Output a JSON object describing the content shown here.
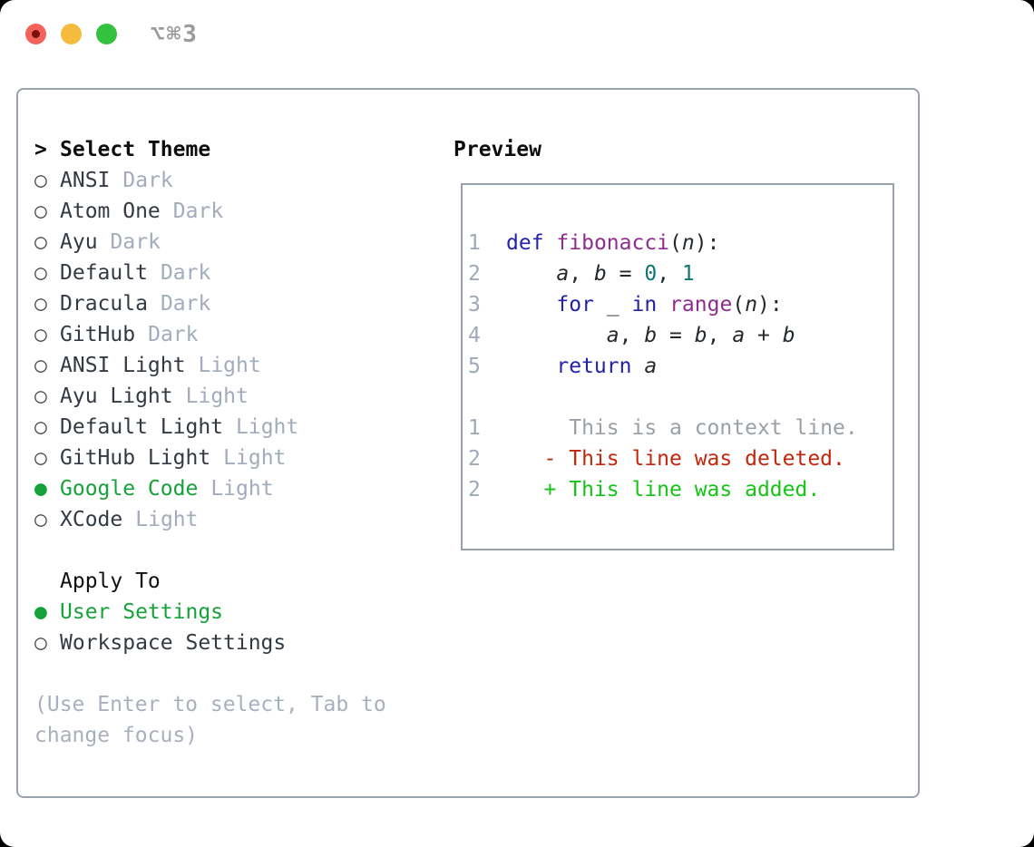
{
  "window": {
    "title": "⌥⌘3"
  },
  "theme_panel": {
    "header": {
      "prefix": ">",
      "label": "Select Theme"
    },
    "themes": [
      {
        "bullet": "○",
        "name": "ANSI",
        "variant": "Dark",
        "selected": false
      },
      {
        "bullet": "○",
        "name": "Atom One",
        "variant": "Dark",
        "selected": false
      },
      {
        "bullet": "○",
        "name": "Ayu",
        "variant": "Dark",
        "selected": false
      },
      {
        "bullet": "○",
        "name": "Default",
        "variant": "Dark",
        "selected": false
      },
      {
        "bullet": "○",
        "name": "Dracula",
        "variant": "Dark",
        "selected": false
      },
      {
        "bullet": "○",
        "name": "GitHub",
        "variant": "Dark",
        "selected": false
      },
      {
        "bullet": "○",
        "name": "ANSI Light",
        "variant": "Light",
        "selected": false
      },
      {
        "bullet": "○",
        "name": "Ayu Light",
        "variant": "Light",
        "selected": false
      },
      {
        "bullet": "○",
        "name": "Default Light",
        "variant": "Light",
        "selected": false
      },
      {
        "bullet": "○",
        "name": "GitHub Light",
        "variant": "Light",
        "selected": false
      },
      {
        "bullet": "●",
        "name": "Google Code",
        "variant": "Light",
        "selected": true
      },
      {
        "bullet": "○",
        "name": "XCode",
        "variant": "Light",
        "selected": false
      }
    ],
    "apply_to": {
      "label": "Apply To",
      "options": [
        {
          "bullet": "●",
          "name": "User Settings",
          "selected": true
        },
        {
          "bullet": "○",
          "name": "Workspace Settings",
          "selected": false
        }
      ]
    },
    "help_text": "(Use Enter to select, Tab to change focus)"
  },
  "preview": {
    "label": "Preview",
    "code_lines": [
      {
        "number": "1",
        "tokens": [
          {
            "text": "def",
            "type": "keyword"
          },
          {
            "text": " ",
            "type": "plain"
          },
          {
            "text": "fibonacci",
            "type": "function"
          },
          {
            "text": "(",
            "type": "plain"
          },
          {
            "text": "n",
            "type": "variable"
          },
          {
            "text": "):",
            "type": "plain"
          }
        ]
      },
      {
        "number": "2",
        "tokens": [
          {
            "text": "    ",
            "type": "plain"
          },
          {
            "text": "a",
            "type": "variable"
          },
          {
            "text": ", ",
            "type": "plain"
          },
          {
            "text": "b",
            "type": "variable"
          },
          {
            "text": " = ",
            "type": "plain"
          },
          {
            "text": "0",
            "type": "literal"
          },
          {
            "text": ", ",
            "type": "plain"
          },
          {
            "text": "1",
            "type": "literal"
          }
        ]
      },
      {
        "number": "3",
        "tokens": [
          {
            "text": "    ",
            "type": "plain"
          },
          {
            "text": "for",
            "type": "keyword"
          },
          {
            "text": " ",
            "type": "plain"
          },
          {
            "text": "_",
            "type": "variable"
          },
          {
            "text": " ",
            "type": "plain"
          },
          {
            "text": "in",
            "type": "keyword"
          },
          {
            "text": " ",
            "type": "plain"
          },
          {
            "text": "range",
            "type": "function"
          },
          {
            "text": "(",
            "type": "plain"
          },
          {
            "text": "n",
            "type": "variable"
          },
          {
            "text": "):",
            "type": "plain"
          }
        ]
      },
      {
        "number": "4",
        "tokens": [
          {
            "text": "        ",
            "type": "plain"
          },
          {
            "text": "a",
            "type": "variable"
          },
          {
            "text": ", ",
            "type": "plain"
          },
          {
            "text": "b",
            "type": "variable"
          },
          {
            "text": " = ",
            "type": "plain"
          },
          {
            "text": "b",
            "type": "variable"
          },
          {
            "text": ", ",
            "type": "plain"
          },
          {
            "text": "a",
            "type": "variable"
          },
          {
            "text": " + ",
            "type": "plain"
          },
          {
            "text": "b",
            "type": "variable"
          }
        ]
      },
      {
        "number": "5",
        "tokens": [
          {
            "text": "    ",
            "type": "plain"
          },
          {
            "text": "return",
            "type": "keyword"
          },
          {
            "text": " ",
            "type": "plain"
          },
          {
            "text": "a",
            "type": "variable"
          }
        ]
      }
    ],
    "diff_lines": [
      {
        "number": "1",
        "tokens": [
          {
            "text": "     This is a context line.",
            "type": "context"
          }
        ]
      },
      {
        "number": "2",
        "tokens": [
          {
            "text": "   ",
            "type": "plain"
          },
          {
            "text": "- This line was deleted.",
            "type": "deleted"
          }
        ]
      },
      {
        "number": "2",
        "tokens": [
          {
            "text": "   ",
            "type": "plain"
          },
          {
            "text": "+ This line was added.",
            "type": "added"
          }
        ]
      }
    ]
  },
  "colors": {
    "accent_green": "#16a23a",
    "muted_variant": "#a3abbc",
    "text_dark": "#343a44",
    "heading": "#0d0d0d",
    "panel_border": "#9aa2ad",
    "code_keyword": "#2222aa",
    "code_function": "#8f2c8f",
    "code_literal": "#0e7575",
    "code_plain": "#24292e",
    "line_number": "#9fa9b8",
    "diff_context": "#9aa0a6",
    "diff_deleted": "#c5260b",
    "diff_added": "#15c415",
    "traffic_red": "#f3635a",
    "traffic_yellow": "#f5bb3c",
    "traffic_green": "#33c13f"
  }
}
